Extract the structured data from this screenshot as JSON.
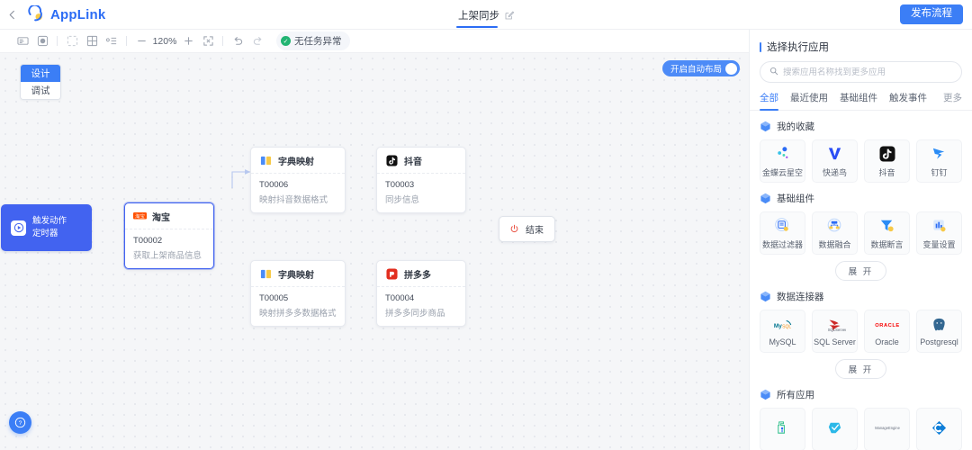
{
  "topbar": {
    "back_icon": "chevron-left-icon",
    "brand": "AppLink",
    "doc_tab": "上架同步",
    "edit_icon": "edit-square-icon",
    "publish_label": "发布流程"
  },
  "toolbar": {
    "icons": [
      "minimap-icon",
      "focus-target-icon",
      "select-area-icon",
      "grid-icon",
      "align-icon"
    ],
    "zoom_out_icon": "minus-icon",
    "zoom_level": "120%",
    "zoom_in_icon": "plus-icon",
    "fit-screen_icon": "fit-screen-icon",
    "undo_icon": "undo-icon",
    "redo_icon": "redo-icon",
    "status_text": "无任务异常",
    "status_icon": "check-circle-icon",
    "status_color": "#22b473"
  },
  "canvas": {
    "mode_design": "设计",
    "mode_debug": "调试",
    "auto_layout_label": "开启自动布局",
    "help_icon": "question-circle-icon",
    "accent": "#4263f0",
    "nodes": {
      "trigger": {
        "line1": "触发动作",
        "line2": "定时器",
        "icon": "play-circle-icon"
      },
      "taobao": {
        "title": "淘宝",
        "code": "T00002",
        "desc": "获取上架商品信息",
        "icon": "taobao-icon"
      },
      "map_douyin": {
        "title": "字典映射",
        "code": "T00006",
        "desc": "映射抖音数据格式",
        "icon": "dictionary-map-icon"
      },
      "douyin": {
        "title": "抖音",
        "code": "T00003",
        "desc": "同步信息",
        "icon": "douyin-icon"
      },
      "map_pdd": {
        "title": "字典映射",
        "code": "T00005",
        "desc": "映射拼多多数据格式",
        "icon": "dictionary-map-icon"
      },
      "pdd": {
        "title": "拼多多",
        "code": "T00004",
        "desc": "拼多多同步商品",
        "icon": "pinduoduo-icon"
      },
      "end": {
        "label": "结束",
        "icon": "power-off-icon"
      }
    }
  },
  "panel": {
    "title": "选择执行应用",
    "search_placeholder": "搜索应用名称找到更多应用",
    "search_value": "",
    "search_icon": "search-icon",
    "tabs": [
      {
        "label": "全部",
        "active": true
      },
      {
        "label": "最近使用",
        "active": false
      },
      {
        "label": "基础组件",
        "active": false
      },
      {
        "label": "触发事件",
        "active": false
      },
      {
        "label": "更多",
        "active": false
      }
    ],
    "sections": [
      {
        "title": "我的收藏",
        "expand": null,
        "items": [
          {
            "label": "金蝶云星空",
            "icon": "kingdee-cloud-icon"
          },
          {
            "label": "快递鸟",
            "icon": "kdniao-icon"
          },
          {
            "label": "抖音",
            "icon": "douyin-icon"
          },
          {
            "label": "钉钉",
            "icon": "dingtalk-icon"
          }
        ]
      },
      {
        "title": "基础组件",
        "expand": "展 开",
        "items": [
          {
            "label": "数据过滤器",
            "icon": "data-filter-icon"
          },
          {
            "label": "数据融合",
            "icon": "data-merge-icon"
          },
          {
            "label": "数据断言",
            "icon": "data-assert-icon"
          },
          {
            "label": "变量设置",
            "icon": "variable-setting-icon"
          }
        ]
      },
      {
        "title": "数据连接器",
        "expand": "展 开",
        "items": [
          {
            "label": "MySQL",
            "icon": "mysql-icon"
          },
          {
            "label": "SQL Server",
            "icon": "sqlserver-icon"
          },
          {
            "label": "Oracle",
            "icon": "oracle-icon"
          },
          {
            "label": "Postgresql",
            "icon": "postgresql-icon"
          }
        ]
      },
      {
        "title": "所有应用",
        "expand": null,
        "items": [
          {
            "label": "",
            "icon": "app-generic-1-icon"
          },
          {
            "label": "",
            "icon": "app-generic-2-icon"
          },
          {
            "label": "",
            "icon": "manageengine-icon"
          },
          {
            "label": "",
            "icon": "app-generic-4-icon"
          }
        ]
      }
    ]
  }
}
